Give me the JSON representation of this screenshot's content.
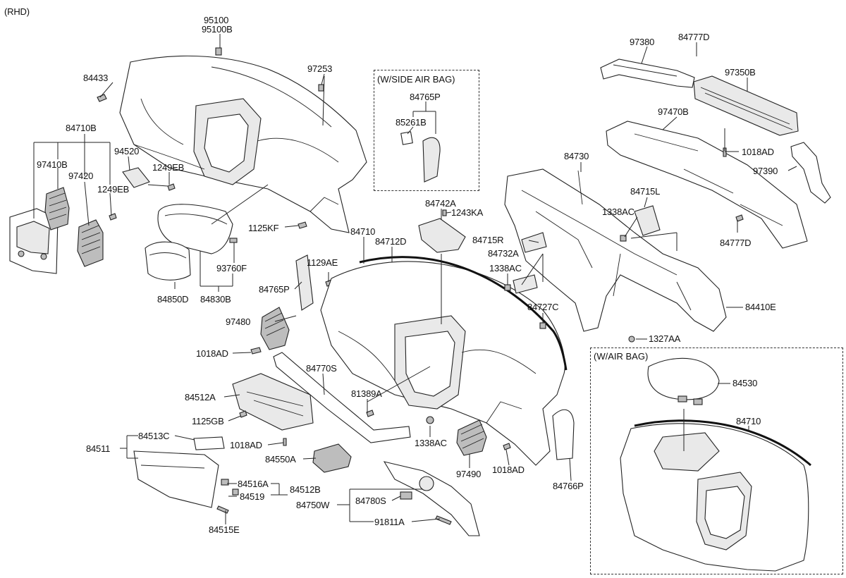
{
  "diagram": {
    "corner_note": "(RHD)",
    "boxes": {
      "side_air_bag": "(W/SIDE AIR BAG)",
      "air_bag": "(W/AIR BAG)"
    },
    "labels": {
      "p95100": "95100",
      "p95100B": "95100B",
      "p97253": "97253",
      "p84433": "84433",
      "p84710B": "84710B",
      "p97410B": "97410B",
      "p97420": "97420",
      "p94520": "94520",
      "p1249EB_a": "1249EB",
      "p1249EB_b": "1249EB",
      "p1125KF": "1125KF",
      "p93760F": "93760F",
      "p84850D": "84850D",
      "p84830B": "84830B",
      "p84765P_box": "84765P",
      "p85261B": "85261B",
      "p84742A": "84742A",
      "p1243KA": "1243KA",
      "p84710_main": "84710",
      "p84712D": "84712D",
      "p1129AE": "1129AE",
      "p84765P": "84765P",
      "p97480": "97480",
      "p1018AD_a": "1018AD",
      "p84770S": "84770S",
      "p84512A": "84512A",
      "p1125GB": "1125GB",
      "p81389A": "81389A",
      "p84511": "84511",
      "p84513C": "84513C",
      "p1018AD_b": "1018AD",
      "p84550A": "84550A",
      "p1338AC_a": "1338AC",
      "p97490": "97490",
      "p1018AD_c": "1018AD",
      "p84766P": "84766P",
      "p84516A": "84516A",
      "p84512B": "84512B",
      "p84519": "84519",
      "p84780S": "84780S",
      "p84750W": "84750W",
      "p91811A": "91811A",
      "p84515E": "84515E",
      "p97380": "97380",
      "p84777D_a": "84777D",
      "p97350B": "97350B",
      "p97470B": "97470B",
      "p1018AD_d": "1018AD",
      "p97390": "97390",
      "p84730": "84730",
      "p84715L": "84715L",
      "p1338AC_b": "1338AC",
      "p84777D_b": "84777D",
      "p84715R": "84715R",
      "p84732A": "84732A",
      "p1338AC_c": "1338AC",
      "p84727C": "84727C",
      "p84410E": "84410E",
      "p1327AA": "1327AA",
      "p84530": "84530",
      "p84710_airbag": "84710"
    }
  }
}
